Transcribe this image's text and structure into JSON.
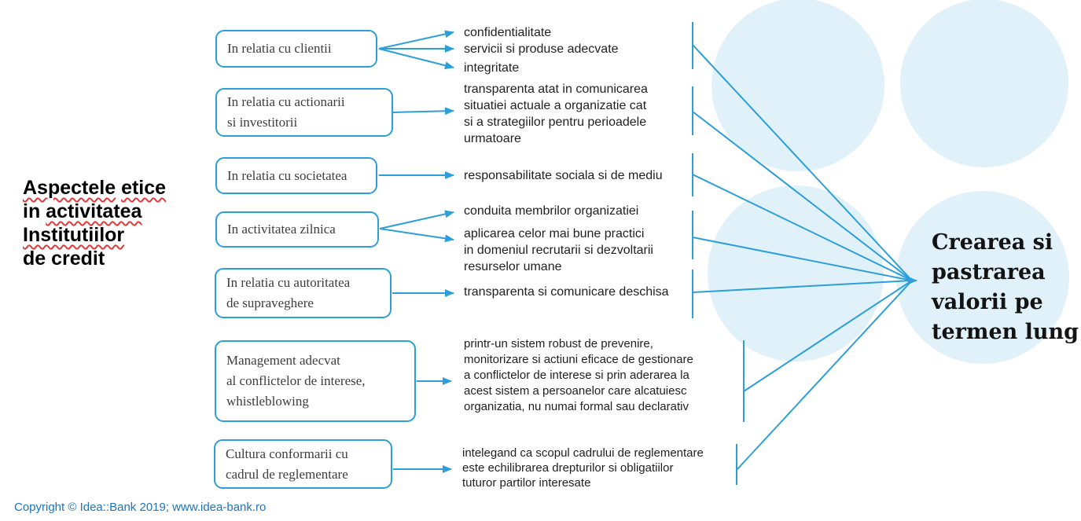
{
  "colors": {
    "line_blue": "#2D9FD8",
    "circle_fill": "#E1F1FA",
    "title_black": "#000000",
    "body_text": "#1F1F1F",
    "box_text": "#3D3D3D",
    "copyright_blue": "#1B75BC",
    "spellcheck_red": "#E03A3A"
  },
  "title": {
    "word1": "Aspectele",
    "word2": "etice",
    "word3": "in",
    "word4": "activitatea",
    "word5": "Institutiilor",
    "line4": "de credit"
  },
  "boxes": [
    {
      "lines": [
        "In relatia cu clientii"
      ]
    },
    {
      "lines": [
        "In relatia cu actionarii",
        "si investitorii"
      ]
    },
    {
      "lines": [
        "In relatia cu societatea"
      ]
    },
    {
      "lines": [
        "In activitatea zilnica"
      ]
    },
    {
      "lines": [
        "In relatia cu autoritatea",
        "de supraveghere"
      ]
    },
    {
      "lines": [
        "Management adecvat",
        "al conflictelor de interese,",
        "whistleblowing"
      ]
    },
    {
      "lines": [
        "Cultura conformarii cu",
        "cadrul de reglementare"
      ]
    }
  ],
  "details": {
    "clients_1": "confidentialitate",
    "clients_2": "servicii si produse adecvate",
    "clients_3": "integritate",
    "shareholders": [
      "transparenta atat in comunicarea",
      "situatiei actuale a organizatie cat",
      "si a strategiilor pentru perioadele",
      "urmatoare"
    ],
    "society": "responsabilitate sociala si de mediu",
    "daily_1": "conduita membrilor organizatiei",
    "daily_2": [
      "aplicarea celor mai bune practici",
      "in domeniul recrutarii si dezvoltarii",
      "resurselor umane"
    ],
    "supervision": "transparenta si comunicare deschisa",
    "management": [
      "printr-un sistem robust de prevenire,",
      "monitorizare si actiuni eficace de gestionare",
      "a conflictelor de interese si prin aderarea la",
      "acest sistem a persoanelor care alcatuiesc",
      "organizatia, nu numai formal sau declarativ"
    ],
    "compliance": [
      "intelegand ca scopul cadrului de reglementare",
      "este echilibrarea drepturilor si obligatiilor",
      "tuturor partilor interesate"
    ]
  },
  "outcome": {
    "lines": [
      "Crearea si",
      "pastrarea",
      "valorii pe",
      "termen lung"
    ]
  },
  "footer": {
    "copyright": "Copyright © Idea::Bank 2019; www.idea-bank.ro"
  }
}
